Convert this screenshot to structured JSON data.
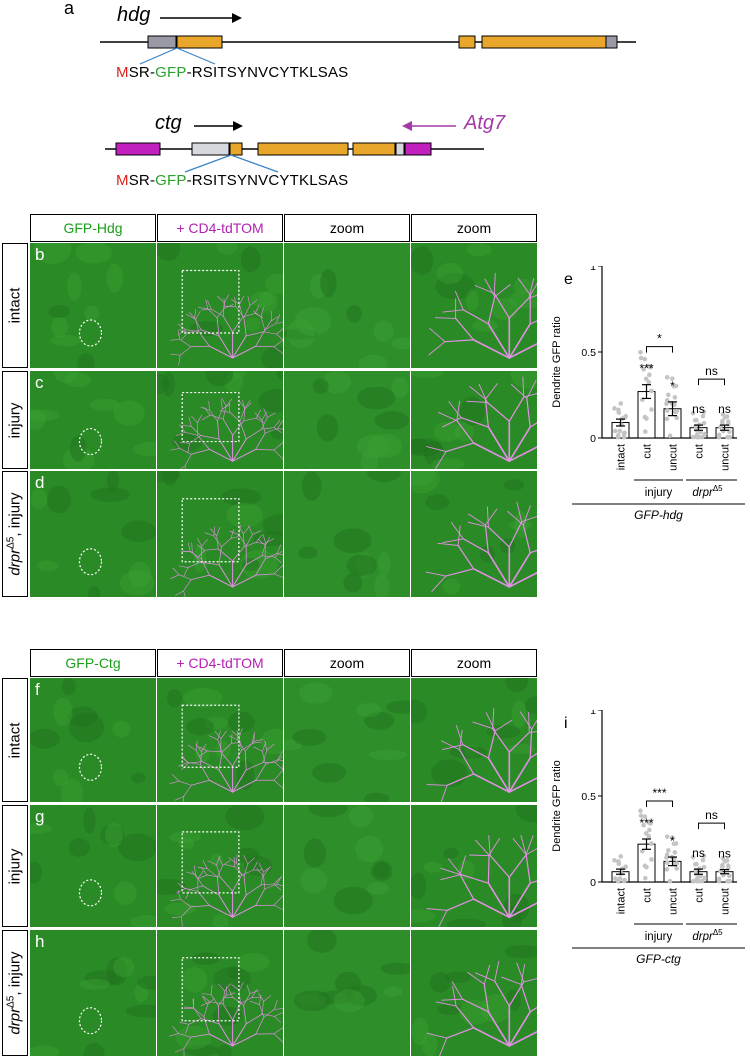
{
  "panel_a": {
    "letter": "a",
    "gene1": "hdg",
    "gene2": "ctg",
    "gene3": "Atg7",
    "seq_m": "M",
    "seq_sr": "SR-",
    "seq_gfp": "GFP",
    "seq_rest": "-RSITSYNVCYTKLSAS",
    "colors": {
      "exon": "#e8a62a",
      "utr": "#9a9aa6",
      "atg7": "#c21fbf",
      "m": "#e0201b",
      "gfp": "#2aa12a",
      "atg7_label": "#a23aa8"
    }
  },
  "block1": {
    "headers": [
      "GFP-Hdg",
      "+ CD4-tdTOM",
      "zoom",
      "zoom"
    ],
    "rows": [
      {
        "letter": "b",
        "label": "intact"
      },
      {
        "letter": "c",
        "label": "injury"
      },
      {
        "letter": "d",
        "label_main": "drpr",
        "label_sup": "Δ5",
        "label_rest": ", injury"
      }
    ]
  },
  "block2": {
    "headers": [
      "GFP-Ctg",
      "+ CD4-tdTOM",
      "zoom",
      "zoom"
    ],
    "rows": [
      {
        "letter": "f",
        "label": "intact"
      },
      {
        "letter": "g",
        "label": "injury"
      },
      {
        "letter": "h",
        "label_main": "drpr",
        "label_sup": "Δ5",
        "label_rest": ", injury"
      }
    ]
  },
  "chart_data": [
    {
      "letter": "e",
      "type": "bar",
      "ylabel": "Dendrite GFP ratio",
      "ylim": [
        0,
        1
      ],
      "yticks": [
        "0",
        "0.5",
        "1"
      ],
      "categories": [
        "intact",
        "cut",
        "uncut",
        "cut",
        "uncut"
      ],
      "values": [
        0.09,
        0.27,
        0.17,
        0.06,
        0.06
      ],
      "errors": [
        0.02,
        0.04,
        0.04,
        0.015,
        0.015
      ],
      "significance": [
        "",
        "***",
        "*",
        "ns",
        "ns"
      ],
      "brackets": [
        {
          "from": 1,
          "to": 2,
          "label": "*"
        },
        {
          "from": 3,
          "to": 4,
          "label": "ns"
        }
      ],
      "group1": "injury",
      "group2_main": "drpr",
      "group2_sup": "Δ5",
      "genotype": "GFP-hdg"
    },
    {
      "letter": "i",
      "type": "bar",
      "ylabel": "Dendrite GFP ratio",
      "ylim": [
        0,
        1
      ],
      "yticks": [
        "0",
        "0.5",
        "1"
      ],
      "categories": [
        "intact",
        "cut",
        "uncut",
        "cut",
        "uncut"
      ],
      "values": [
        0.06,
        0.22,
        0.12,
        0.06,
        0.06
      ],
      "errors": [
        0.015,
        0.03,
        0.025,
        0.015,
        0.012
      ],
      "significance": [
        "",
        "***",
        "*",
        "ns",
        "ns"
      ],
      "brackets": [
        {
          "from": 1,
          "to": 2,
          "label": "***"
        },
        {
          "from": 3,
          "to": 4,
          "label": "ns"
        }
      ],
      "group1": "injury",
      "group2_main": "drpr",
      "group2_sup": "Δ5",
      "genotype": "GFP-ctg"
    }
  ]
}
